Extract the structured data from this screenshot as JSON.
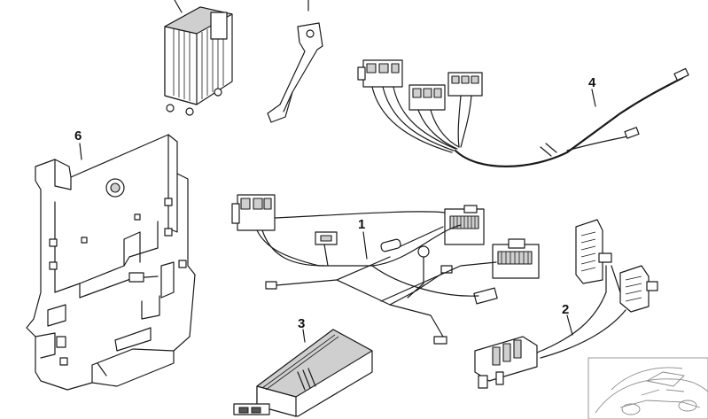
{
  "diagram": {
    "callouts": {
      "bracket": "6",
      "harness_main": "1",
      "harness_side": "2",
      "control_module": "3",
      "antenna_cable": "4"
    }
  }
}
